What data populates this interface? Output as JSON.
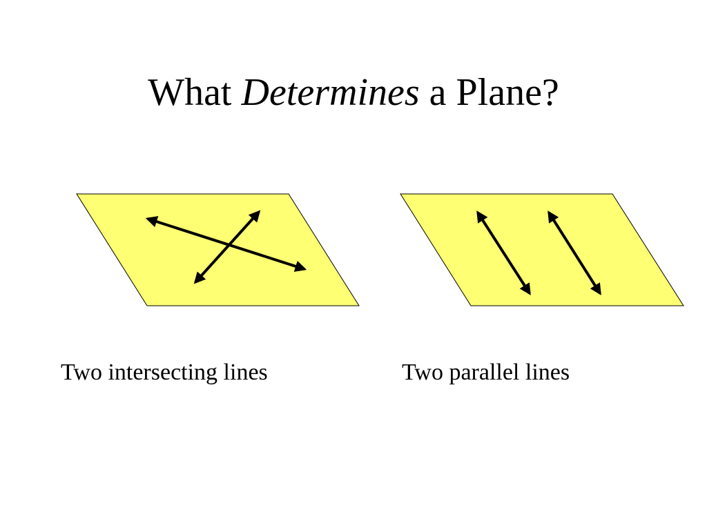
{
  "slide": {
    "title": {
      "before": "What ",
      "emphasis": "Determines",
      "after": " a Plane?"
    },
    "captions": {
      "intersecting": "Two intersecting lines",
      "parallel": "Two parallel lines"
    },
    "colors": {
      "plane_fill": "#ffff73",
      "plane_stroke": "#000000",
      "line_color": "#000000",
      "background": "#ffffff"
    }
  }
}
